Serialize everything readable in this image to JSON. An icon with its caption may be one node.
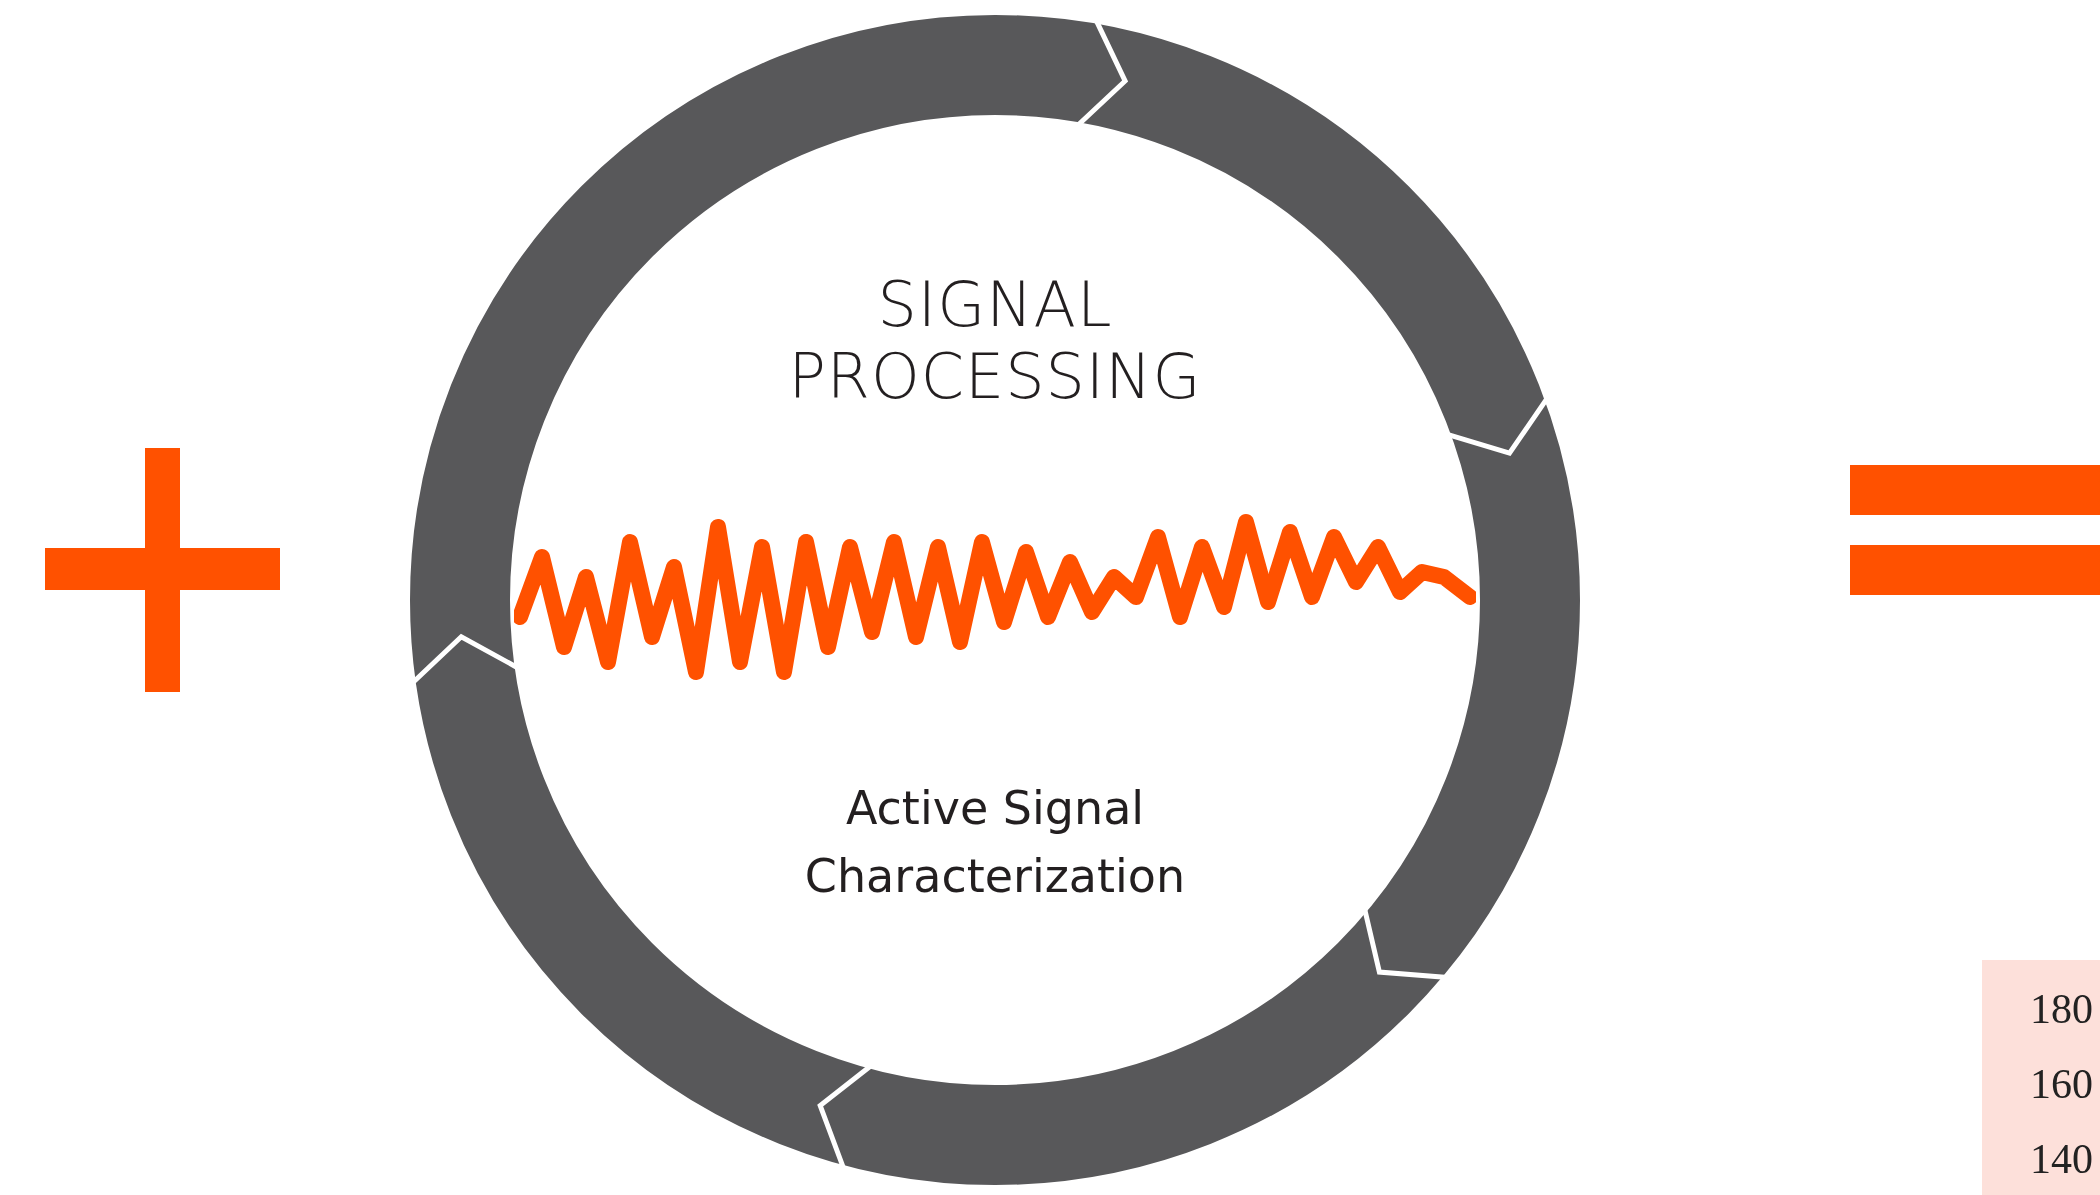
{
  "diagram": {
    "nodes": [
      {
        "text": [
          "SIGNAL PROCESSING",
          "Active Signal Characterization"
        ]
      }
    ],
    "labels": [
      "180",
      "160",
      "140"
    ]
  }
}
